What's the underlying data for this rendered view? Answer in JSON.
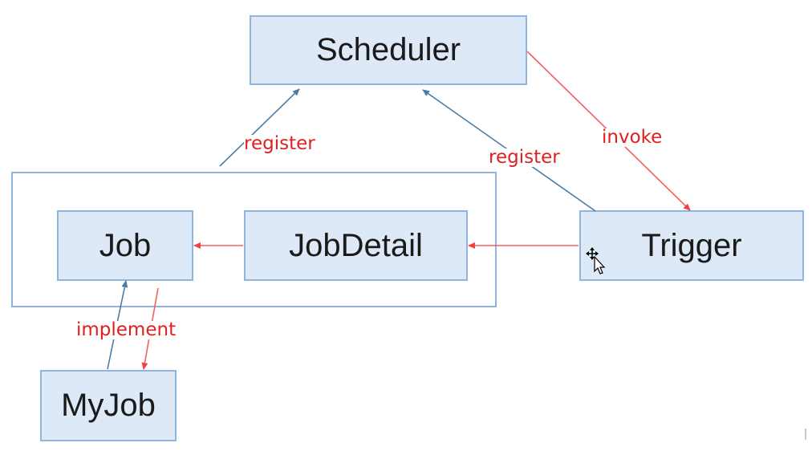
{
  "nodes": {
    "scheduler": "Scheduler",
    "job": "Job",
    "jobdetail": "JobDetail",
    "trigger": "Trigger",
    "myjob": "MyJob"
  },
  "edge_labels": {
    "register_left": "register",
    "register_right": "register",
    "invoke": "invoke",
    "implement": "implement"
  },
  "colors": {
    "box_fill": "#dde9f7",
    "box_border": "#8fb4de",
    "blue_arrow": "#4a7ea6",
    "red_arrow": "#f06060",
    "label_text": "#e02020"
  }
}
